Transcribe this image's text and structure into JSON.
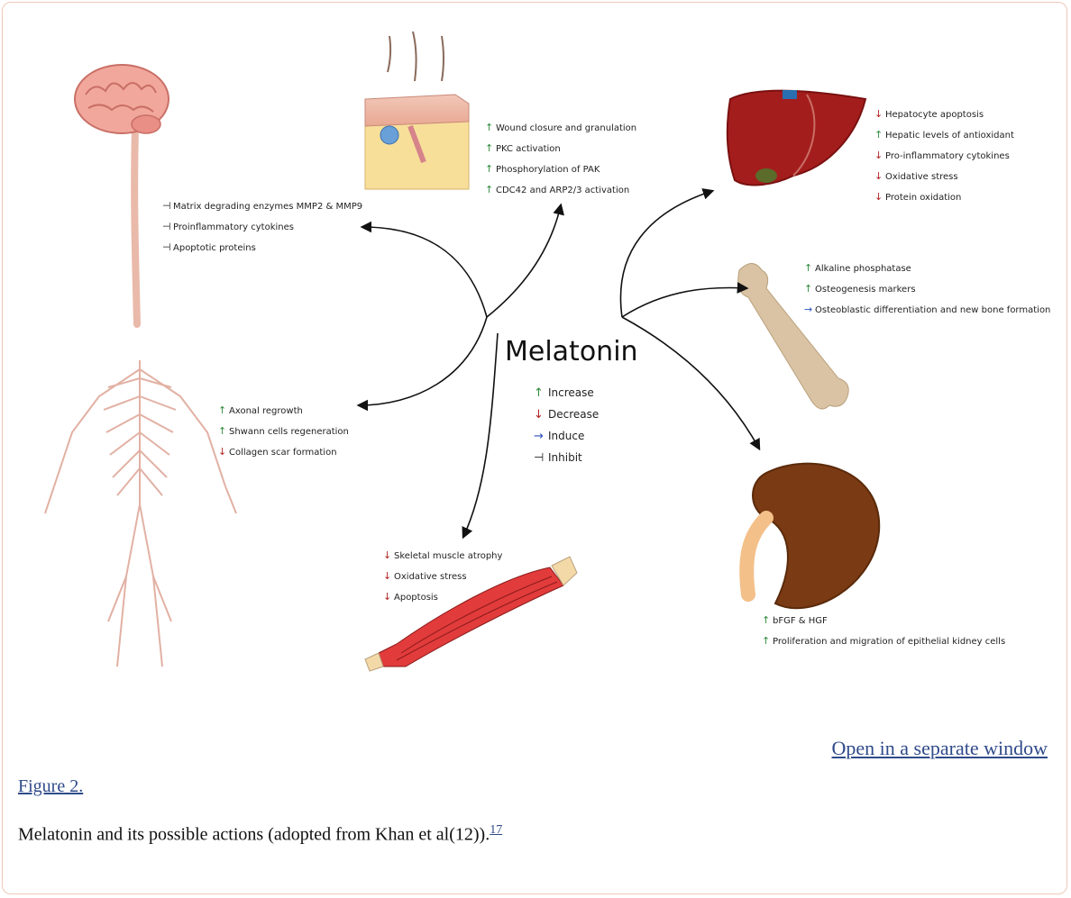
{
  "figure": {
    "center": {
      "title": "Melatonin",
      "legend": [
        {
          "symbol": "↑",
          "label": "Increase",
          "color": "#2e8b3a"
        },
        {
          "symbol": "↓",
          "label": "Decrease",
          "color": "#b22222"
        },
        {
          "symbol": "→",
          "label": "Induce",
          "color": "#2c4fbf"
        },
        {
          "symbol": "⊣",
          "label": "Inhibit",
          "color": "#222222"
        }
      ]
    },
    "brain": {
      "items": [
        {
          "symbol": "⊣",
          "text": "Matrix degrading enzymes MMP2 & MMP9"
        },
        {
          "symbol": "⊣",
          "text": "Proinflammatory cytokines"
        },
        {
          "symbol": "⊣",
          "text": "Apoptotic proteins"
        }
      ]
    },
    "skin": {
      "items": [
        {
          "symbol": "↑",
          "text": "Wound closure and  granulation"
        },
        {
          "symbol": "↑",
          "text": "PKC activation"
        },
        {
          "symbol": "↑",
          "text": "Phosphorylation of PAK"
        },
        {
          "symbol": "↑",
          "text": "CDC42 and ARP2/3 activation"
        }
      ]
    },
    "liver": {
      "items": [
        {
          "symbol": "↓",
          "text": "Hepatocyte apoptosis"
        },
        {
          "symbol": "↑",
          "text": "Hepatic levels of antioxidant"
        },
        {
          "symbol": "↓",
          "text": "Pro-inflammatory cytokines"
        },
        {
          "symbol": "↓",
          "text": "Oxidative stress"
        },
        {
          "symbol": "↓",
          "text": "Protein oxidation"
        }
      ]
    },
    "bone": {
      "items": [
        {
          "symbol": "↑",
          "text": "Alkaline phosphatase"
        },
        {
          "symbol": "↑",
          "text": "Osteogenesis markers"
        },
        {
          "symbol": "→",
          "text": "Osteoblastic differentiation and new bone formation"
        }
      ]
    },
    "nerves": {
      "items": [
        {
          "symbol": "↑",
          "text": "Axonal regrowth"
        },
        {
          "symbol": "↑",
          "text": "Shwann cells regeneration"
        },
        {
          "symbol": "↓",
          "text": "Collagen scar formation"
        }
      ]
    },
    "muscle": {
      "items": [
        {
          "symbol": "↓",
          "text": "Skeletal muscle atrophy"
        },
        {
          "symbol": "↓",
          "text": "Oxidative stress"
        },
        {
          "symbol": "↓",
          "text": "Apoptosis"
        }
      ]
    },
    "kidney": {
      "items": [
        {
          "symbol": "↑",
          "text": "bFGF & HGF"
        },
        {
          "symbol": "↑",
          "text": "Proliferation and migration of epithelial kidney cells"
        }
      ]
    }
  },
  "colors": {
    "increase": "#2e8b3a",
    "decrease": "#b22222",
    "induce": "#2c4fbf",
    "inhibit": "#222222",
    "link": "#2f4a8a"
  },
  "links": {
    "open_window": "Open in a separate window",
    "figure_label": "Figure 2."
  },
  "caption": {
    "text": "Melatonin and its possible actions (adopted from Khan et al(12)).",
    "ref": "17"
  }
}
